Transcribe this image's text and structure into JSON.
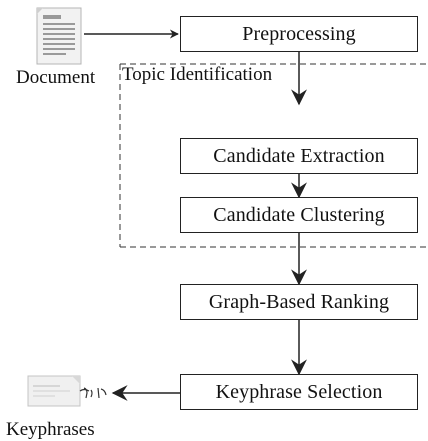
{
  "steps": [
    {
      "label": "Preprocessing"
    },
    {
      "label": "Candidate Extraction"
    },
    {
      "label": "Candidate Clustering"
    },
    {
      "label": "Graph-Based Ranking"
    },
    {
      "label": "Keyphrase Selection"
    }
  ],
  "input": {
    "label": "Document",
    "icon": "document-icon"
  },
  "output": {
    "label": "Keyphrases",
    "icon": "keyphrases-document-icon"
  },
  "group": {
    "label": "Topic Identification"
  },
  "colors": {
    "line": "#222222",
    "icon_gray": "#888888",
    "icon_light": "#dcdcdc"
  }
}
